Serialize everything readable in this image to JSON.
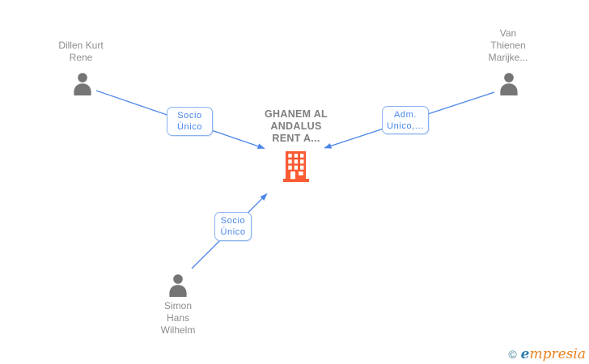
{
  "diagram": {
    "company": {
      "name_line1": "GHANEM AL",
      "name_line2": "ANDALUS",
      "name_line3": "RENT A..."
    },
    "people": {
      "dillen": {
        "line1": "Dillen Kurt",
        "line2": "Rene"
      },
      "van": {
        "line1": "Van",
        "line2": "Thienen",
        "line3": "Marijke..."
      },
      "simon": {
        "line1": "Simon",
        "line2": "Hans",
        "line3": "Wilhelm"
      }
    },
    "edge_labels": {
      "dillen_company": {
        "line1": "Socio",
        "line2": "Único"
      },
      "van_company": {
        "line1": "Adm.",
        "line2": "Unico,..."
      },
      "simon_company": {
        "line1": "Socio",
        "line2": "Único"
      }
    }
  },
  "footer": {
    "copyright_symbol": "©",
    "brand_initial": "e",
    "brand_rest": "mpresia"
  },
  "colors": {
    "edge_blue": "#4a86e8",
    "label_border": "#8ab2ef",
    "label_text": "#4a86e8",
    "person_gray": "#757575",
    "text_gray": "#8d8d8d",
    "building_orange": "#f95b33",
    "logo_teal": "#47809c",
    "logo_blue": "#2e7eae",
    "logo_orange": "#e8821e"
  }
}
